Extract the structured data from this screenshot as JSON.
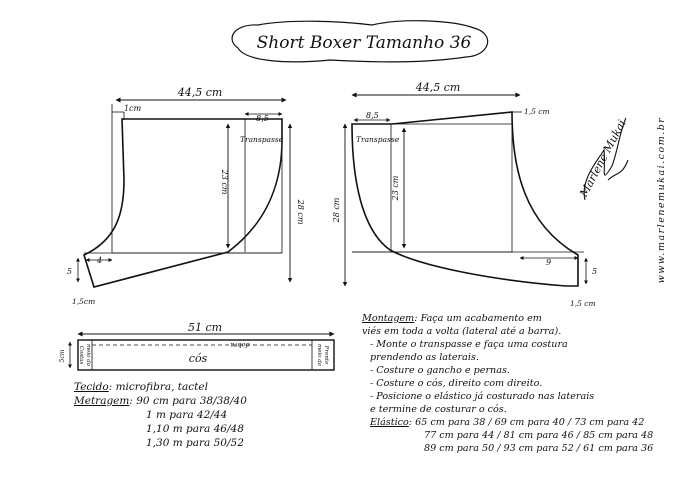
{
  "title": "Short Boxer Tamanho 36",
  "front_piece": {
    "width": "44,5 cm",
    "top_offset": "1cm",
    "top_right": "8,5",
    "label": "Transpasse",
    "inner_height": "23 cm",
    "total_height": "28 cm",
    "crotch": "4",
    "side": "5",
    "bottom": "1,5cm"
  },
  "back_piece": {
    "width": "44,5 cm",
    "top_left": "8,5",
    "top_rise": "1,5 cm",
    "label": "Transpasse",
    "inner_height": "23 cm",
    "total_height": "28 cm",
    "crotch": "9",
    "side": "5",
    "bottom": "1,5 cm"
  },
  "waistband": {
    "width": "51 cm",
    "height": "5cm",
    "left_label_1": "meio da",
    "left_label_2": "Costas",
    "center_label": "cós",
    "fold_label": "dobra",
    "right_label_1": "meio da",
    "right_label_2": "Frente"
  },
  "fabric": {
    "label": "Tecido",
    "value": "microfibra, tactel",
    "yardage_label": "Metragem",
    "yardage": [
      "90 cm para 38/38/40",
      "1 m para 42/44",
      "1,10 m para 46/48",
      "1,30 m para 50/52"
    ]
  },
  "assembly": {
    "label": "Montagem",
    "intro_1": "Faça um acabamento em",
    "intro_2": "viés em toda a volta (lateral até a barra).",
    "steps": [
      "- Monte o transpasse e faça uma costura",
      "prendendo as laterais.",
      "- Costure o gancho e pernas.",
      "- Costure o cós, direito com direito.",
      "- Posicione o elástico já costurado nas laterais",
      "e termine de costurar o cós."
    ],
    "elastic_label": "Elástico",
    "elastic": [
      "65 cm para 38 / 69 cm para 40 / 73 cm para 42",
      "77 cm para 44 / 81 cm para 46 / 85 cm para 48",
      "89 cm para 50 / 93 cm para 52 / 61 cm para 36"
    ]
  },
  "signature": "Marlene Mukai",
  "website": "www.marlenemukai.com.br"
}
